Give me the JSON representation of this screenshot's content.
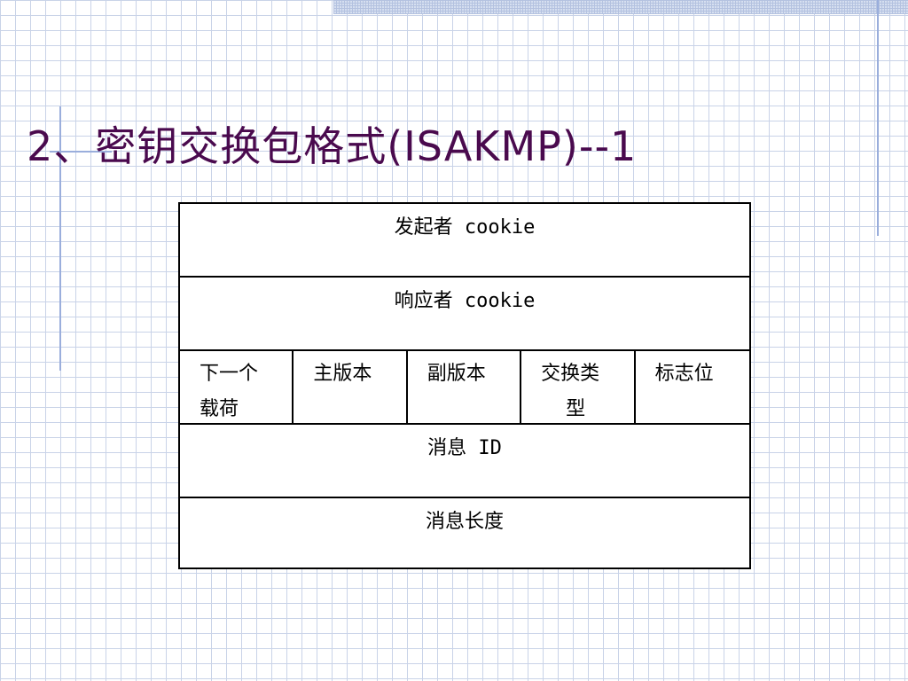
{
  "slide": {
    "title": "2、密钥交换包格式(ISAKMP)--1"
  },
  "packet_format": {
    "rows": [
      {
        "label": "发起者   cookie"
      },
      {
        "label": "响应者   cookie"
      },
      {
        "fields": [
          {
            "line1": "下一个",
            "line2": "载荷"
          },
          {
            "line1": "主版本",
            "line2": ""
          },
          {
            "line1": "副版本",
            "line2": ""
          },
          {
            "line1": "交换类",
            "line2": "型"
          },
          {
            "line1": "标志位",
            "line2": ""
          }
        ]
      },
      {
        "label": "消息   ID"
      },
      {
        "label": "消息长度"
      }
    ]
  },
  "colors": {
    "title": "#4a0a4e",
    "grid": "#c9d3e8",
    "accent_lines": "#9aaedc"
  }
}
